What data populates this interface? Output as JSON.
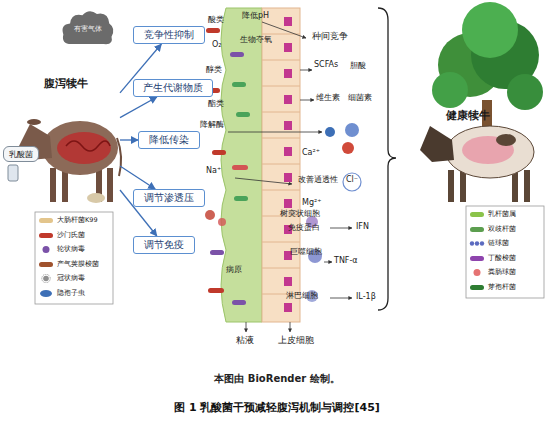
{
  "diagram": {
    "caption": "图 1 乳酸菌干预减轻腹泻机制与调控[45]",
    "nodes": [
      {
        "text": [
          "有害气体"
        ]
      },
      {
        "text": [
          "腹泻犊牛"
        ]
      },
      {
        "text": [
          "乳酸菌"
        ]
      },
      {
        "text": [
          "竞争性抑制"
        ]
      },
      {
        "text": [
          "产生代谢物质"
        ]
      },
      {
        "text": [
          "降低传染"
        ]
      },
      {
        "text": [
          "调节渗透压"
        ]
      },
      {
        "text": [
          "调节免疫"
        ]
      },
      {
        "text": [
          "健康犊牛"
        ]
      }
    ],
    "edges": [
      {
        "from": 1,
        "to": 3,
        "arrow": "to"
      },
      {
        "from": 1,
        "to": 4,
        "arrow": "to"
      },
      {
        "from": 1,
        "to": 5,
        "arrow": "to"
      },
      {
        "from": 1,
        "to": 6,
        "arrow": "to"
      },
      {
        "from": 1,
        "to": 7,
        "arrow": "to"
      }
    ],
    "labels": [
      "降低pH",
      "生物夺氧",
      "酸类",
      "O₂",
      "醇类",
      "酯类",
      "种间竞争",
      "SCFAs",
      "胆酸",
      "维生素",
      "细菌素",
      "降解酶",
      "Ca²⁺",
      "Na⁺",
      "改善通透性",
      "Cl⁻",
      "Mg²⁺",
      "树突状细胞",
      "免疫蛋白",
      "IFN",
      "巨噬细胞",
      "TNF-α",
      "淋巴细胞",
      "IL-1β",
      "病原",
      "粘液",
      "上皮细胞",
      "本图由 BioRender 绘制。"
    ],
    "legend": [
      {
        "text": "大肠杆菌K99"
      },
      {
        "text": "沙门氏菌"
      },
      {
        "text": "轮状病毒"
      },
      {
        "text": "产气荚膜梭菌"
      },
      {
        "text": "冠状病毒"
      },
      {
        "text": "隐孢子虫"
      },
      {
        "text": "乳杆菌属"
      },
      {
        "text": "双歧杆菌"
      },
      {
        "text": "链球菌"
      },
      {
        "text": "丁酸梭菌"
      },
      {
        "text": "粪肠球菌"
      },
      {
        "text": "芽孢杆菌"
      }
    ]
  }
}
